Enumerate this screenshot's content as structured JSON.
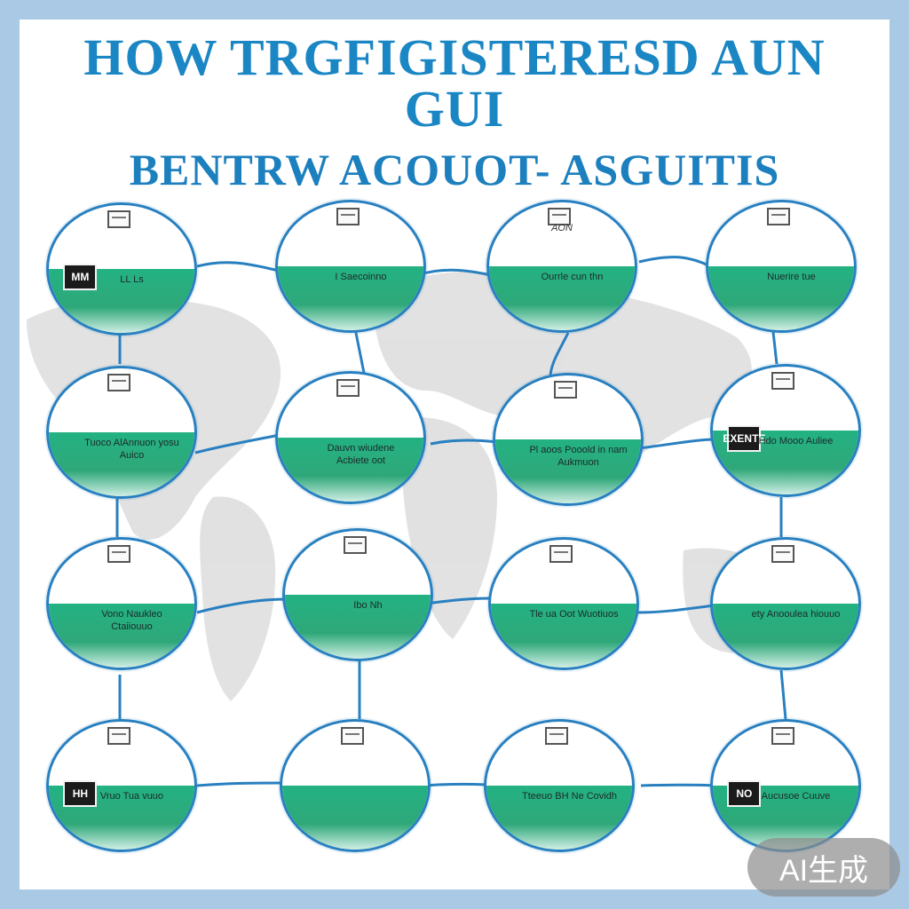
{
  "title": {
    "line1": "HOW TRGFIGISTERESD AUN GUI",
    "line2": "BENTRW ACOUOT- ASGUITIS"
  },
  "colors": {
    "accent": "#1a86c4",
    "node_border": "#2980c0",
    "band": "#23b283",
    "frame": "#a9c9e4"
  },
  "nodes": [
    {
      "heading": "",
      "badge": "MM",
      "text": "LL Ls"
    },
    {
      "heading": "",
      "badge": "",
      "text": "I Saecoinno"
    },
    {
      "heading": "AON",
      "badge": "",
      "text": "Ourrle cun thn"
    },
    {
      "heading": "",
      "badge": "",
      "text": "Nuerire tue"
    },
    {
      "heading": "",
      "badge": "",
      "text": "Tuoco AlAnnuon yosu Auico"
    },
    {
      "heading": "",
      "badge": "",
      "text": "Dauvn wiudene Acbiete oot"
    },
    {
      "heading": "",
      "badge": "",
      "text": "Pl aoos Pooold in nam Aukmuon"
    },
    {
      "heading": "",
      "badge": "EXENTE",
      "text": "Hdo Mooo Auliee"
    },
    {
      "heading": "",
      "badge": "",
      "text": "Vono Naukleo Ctaiiouuo"
    },
    {
      "heading": "",
      "badge": "",
      "text": "Ibo Nh"
    },
    {
      "heading": "",
      "badge": "",
      "text": "Tle ua Oot Wuotiuos"
    },
    {
      "heading": "",
      "badge": "",
      "text": "ety Anooulea hiouuo"
    },
    {
      "heading": "",
      "badge": "HH",
      "text": "Vruo Tua vuuo"
    },
    {
      "heading": "",
      "badge": "",
      "text": ""
    },
    {
      "heading": "",
      "badge": "",
      "text": "Tteeuo BH Ne Covidh"
    },
    {
      "heading": "",
      "badge": "NO",
      "text": "Aucusoe Cuuve"
    }
  ],
  "ai_badge": "AI生成"
}
